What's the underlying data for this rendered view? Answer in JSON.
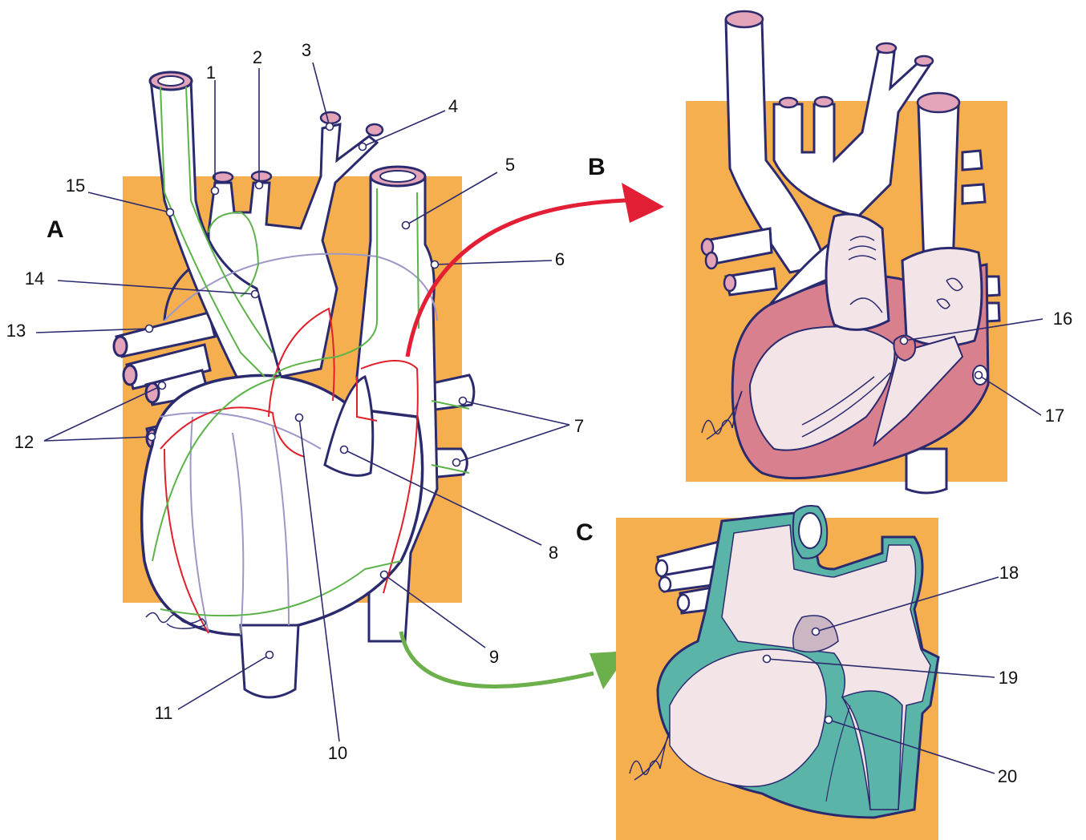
{
  "panels": {
    "a": "A",
    "b": "B",
    "c": "C"
  },
  "labels": [
    "1",
    "2",
    "3",
    "4",
    "5",
    "6",
    "7",
    "8",
    "9",
    "10",
    "11",
    "12",
    "13",
    "14",
    "15",
    "16",
    "17",
    "18",
    "19",
    "20"
  ],
  "colors": {
    "background_box": "#F5AF4F",
    "outline": "#2B2A6E",
    "vessel_cap": "#E3A3B8",
    "red_contour": "#E0202A",
    "green_contour": "#5DB34A",
    "myocardium_section_b": "#D9808E",
    "myocardium_section_c": "#5AB5A8",
    "chamber_fill": "#F3E4E8",
    "arrow_b": "#E31F35",
    "arrow_c": "#6BB04A"
  },
  "icons": {
    "signature": "artist-signature"
  }
}
